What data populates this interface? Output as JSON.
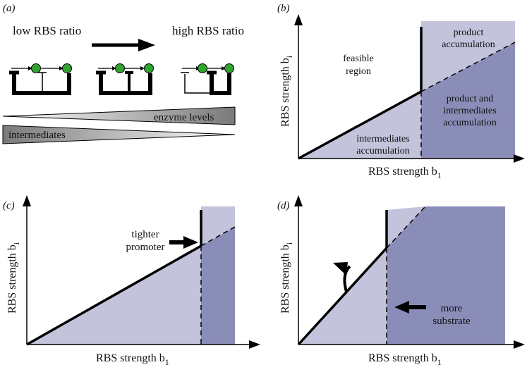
{
  "colors": {
    "light_region": "#c3c3dc",
    "dark_region": "#8b8db9",
    "line": "#000000",
    "node_green": "#2fa52f"
  },
  "panel_a": {
    "label": "(a)",
    "low_label": "low RBS ratio",
    "high_label": "high RBS ratio",
    "enzyme_label": "enzyme levels",
    "intermediates_label": "intermediates"
  },
  "panel_b": {
    "label": "(b)",
    "ylabel": "RBS strength b",
    "ylabel_sub": "i",
    "xlabel": "RBS strength b",
    "xlabel_sub": "1",
    "feasible_1": "feasible",
    "feasible_2": "region",
    "product_1": "product",
    "product_2": "accumulation",
    "both_1": "product and",
    "both_2": "intermediates",
    "both_3": "accumulation",
    "inter_1": "intermediates",
    "inter_2": "accumulation"
  },
  "panel_c": {
    "label": "(c)",
    "ylabel": "RBS strength b",
    "ylabel_sub": "i",
    "xlabel": "RBS strength b",
    "xlabel_sub": "1",
    "anno_1": "tighter",
    "anno_2": "promoter"
  },
  "panel_d": {
    "label": "(d)",
    "ylabel": "RBS strength b",
    "ylabel_sub": "i",
    "xlabel": "RBS strength b",
    "xlabel_sub": "1",
    "anno_1": "more",
    "anno_2": "substrate"
  }
}
